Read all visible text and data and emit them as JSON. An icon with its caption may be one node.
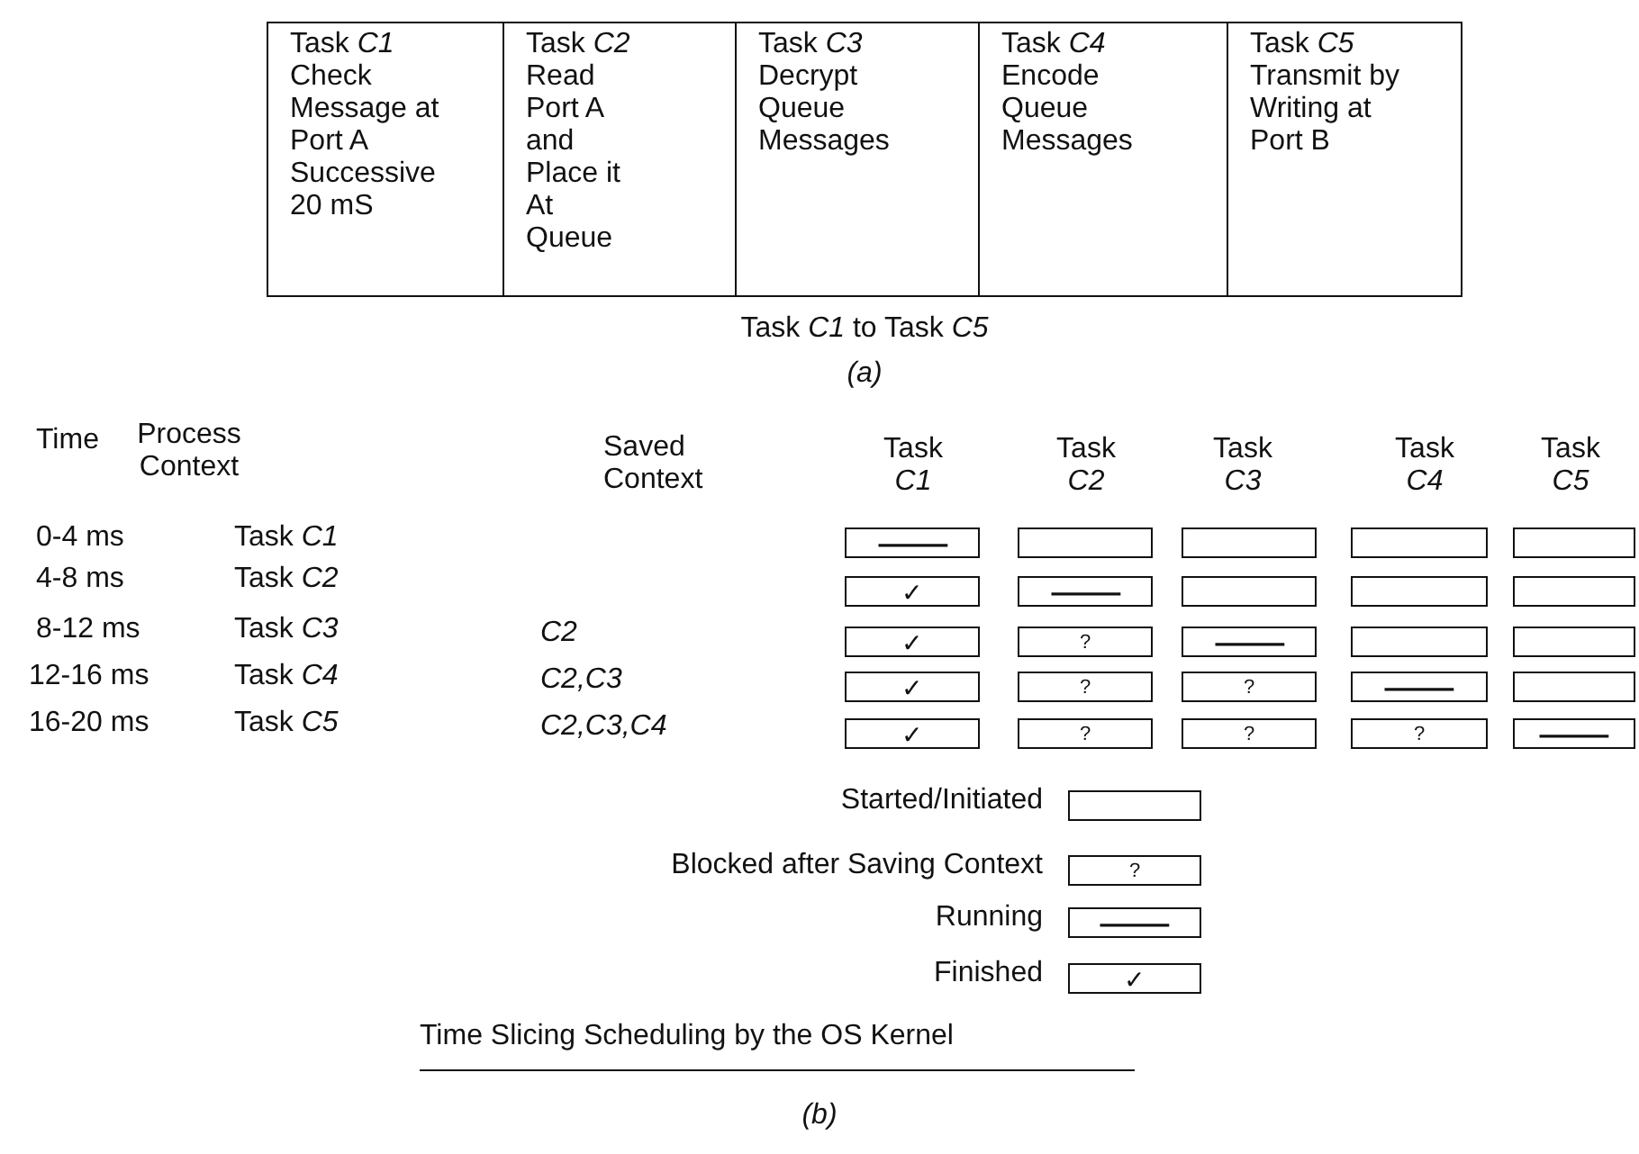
{
  "diagram": {
    "nodes": [
      {
        "text": [
          "Task *C1*",
          "Check Message at Port A Successive 20 mS"
        ]
      },
      {
        "text": [
          "Task *C2*",
          "Read Port A and Place it At Queue"
        ]
      },
      {
        "text": [
          "Task *C3*",
          "Decrypt Queue Messages"
        ]
      },
      {
        "text": [
          "Task *C4*",
          "Encode Queue Messages"
        ]
      },
      {
        "text": [
          "Task *C5*",
          "Transmit by Writing at Port B"
        ]
      },
      {
        "text": [
          "—"
        ]
      },
      {
        "text": [],
        "shape": "box"
      },
      {
        "text": [],
        "shape": "box"
      },
      {
        "text": [],
        "shape": "box"
      },
      {
        "text": [],
        "shape": "box"
      },
      {
        "text": [
          "✓"
        ]
      },
      {
        "text": [
          "—"
        ]
      },
      {
        "text": [],
        "shape": "box"
      },
      {
        "text": [],
        "shape": "box"
      },
      {
        "text": [],
        "shape": "box"
      },
      {
        "text": [
          "✓"
        ]
      },
      {
        "text": [
          "?"
        ]
      },
      {
        "text": [
          "—"
        ]
      },
      {
        "text": [],
        "shape": "box"
      },
      {
        "text": [],
        "shape": "box"
      },
      {
        "text": [
          "✓"
        ]
      },
      {
        "text": [
          "?"
        ]
      },
      {
        "text": [
          "?"
        ]
      },
      {
        "text": [
          "—"
        ]
      },
      {
        "text": [],
        "shape": "box"
      },
      {
        "text": [
          "✓"
        ]
      },
      {
        "text": [
          "?"
        ]
      },
      {
        "text": [
          "?"
        ]
      },
      {
        "text": [
          "?"
        ]
      },
      {
        "text": [
          "—"
        ]
      },
      {
        "text": [],
        "shape": "box",
        "beside": [
          "Started/Initiated"
        ]
      },
      {
        "text": [
          "?"
        ],
        "beside": [
          "Blocked after Saving Context"
        ]
      },
      {
        "text": [
          "—"
        ],
        "beside": [
          "Running"
        ]
      },
      {
        "text": [
          "✓"
        ],
        "beside": [
          "Finished"
        ]
      }
    ],
    "labels": [
      "Task *C1* to Task *C5*",
      "(a)",
      "Time",
      "Process Context",
      "Saved Context",
      "Task *C1*",
      "Task *C2*",
      "Task *C3*",
      "Task *C4*",
      "Task *C5*",
      "0-4 ms",
      "Task *C1*",
      "4-8 ms",
      "Task *C2*",
      "8-12 ms",
      "Task *C3*",
      "C2",
      "12-16 ms",
      "Task *C4*",
      "C2,C3",
      "16-20 ms",
      "Task *C5*",
      "C2,C3,C4",
      "Time Slicing Scheduling by the OS Kernel",
      "(b)"
    ]
  }
}
